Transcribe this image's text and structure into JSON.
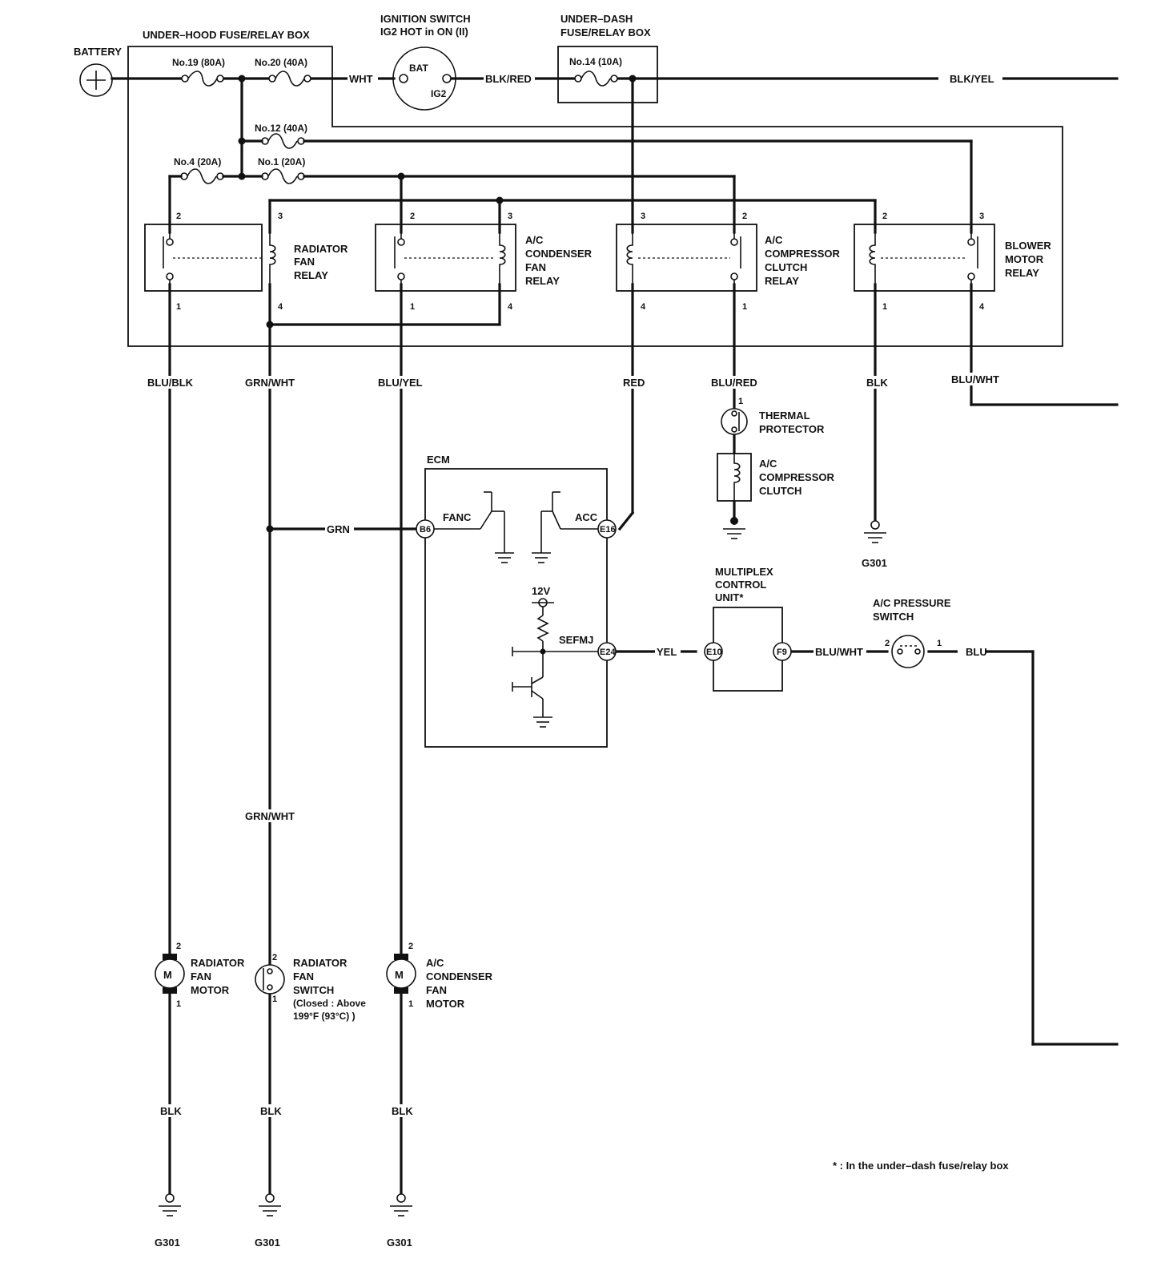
{
  "boxes": {
    "underhood": "UNDER–HOOD FUSE/RELAY BOX",
    "ignition_line1": "IGNITION SWITCH",
    "ignition_line2": "IG2 HOT in ON (II)",
    "ignition_bat": "BAT",
    "ignition_ig2": "IG2",
    "underdash_line1": "UNDER–DASH",
    "underdash_line2": "FUSE/RELAY BOX",
    "battery": "BATTERY",
    "ecm": "ECM",
    "multiplex": [
      "MULTIPLEX",
      "CONTROL",
      "UNIT*"
    ]
  },
  "fuses": {
    "f19": "No.19 (80A)",
    "f20": "No.20 (40A)",
    "f14": "No.14 (10A)",
    "f12": "No.12 (40A)",
    "f4": "No.4 (20A)",
    "f1": "No.1 (20A)"
  },
  "relays": {
    "radiator": [
      "RADIATOR",
      "FAN",
      "RELAY"
    ],
    "condenser": [
      "A/C",
      "CONDENSER",
      "FAN",
      "RELAY"
    ],
    "compressor": [
      "A/C",
      "COMPRESSOR",
      "CLUTCH",
      "RELAY"
    ],
    "blower": [
      "BLOWER",
      "MOTOR",
      "RELAY"
    ]
  },
  "pins": {
    "p1": "1",
    "p2": "2",
    "p3": "3",
    "p4": "4"
  },
  "wires": {
    "wht": "WHT",
    "blk_red": "BLK/RED",
    "blk_yel": "BLK/YEL",
    "blu_blk": "BLU/BLK",
    "grn_wht": "GRN/WHT",
    "blu_yel": "BLU/YEL",
    "red": "RED",
    "blu_red": "BLU/RED",
    "blk": "BLK",
    "blu_wht": "BLU/WHT",
    "grn": "GRN",
    "yel": "YEL",
    "blu": "BLU"
  },
  "components": {
    "thermal": [
      "THERMAL",
      "PROTECTOR"
    ],
    "clutch": [
      "A/C",
      "COMPRESSOR",
      "CLUTCH"
    ],
    "pressure": [
      "A/C PRESSURE",
      "SWITCH"
    ],
    "radiator_motor": [
      "RADIATOR",
      "FAN",
      "MOTOR"
    ],
    "radiator_switch": [
      "RADIATOR",
      "FAN",
      "SWITCH",
      "(Closed : Above",
      "199°F (93°C) )"
    ],
    "condenser_motor": [
      "A/C",
      "CONDENSER",
      "FAN",
      "MOTOR"
    ],
    "motor_symbol": "M"
  },
  "ecm_pins": {
    "fanc": "FANC",
    "acc": "ACC",
    "sefmj": "SEFMJ",
    "v12": "12V",
    "b6": "B6",
    "e16": "E16",
    "e24": "E24",
    "e10": "E10",
    "f9": "F9"
  },
  "ground": "G301",
  "footnote": "* : In the under–dash fuse/relay box"
}
